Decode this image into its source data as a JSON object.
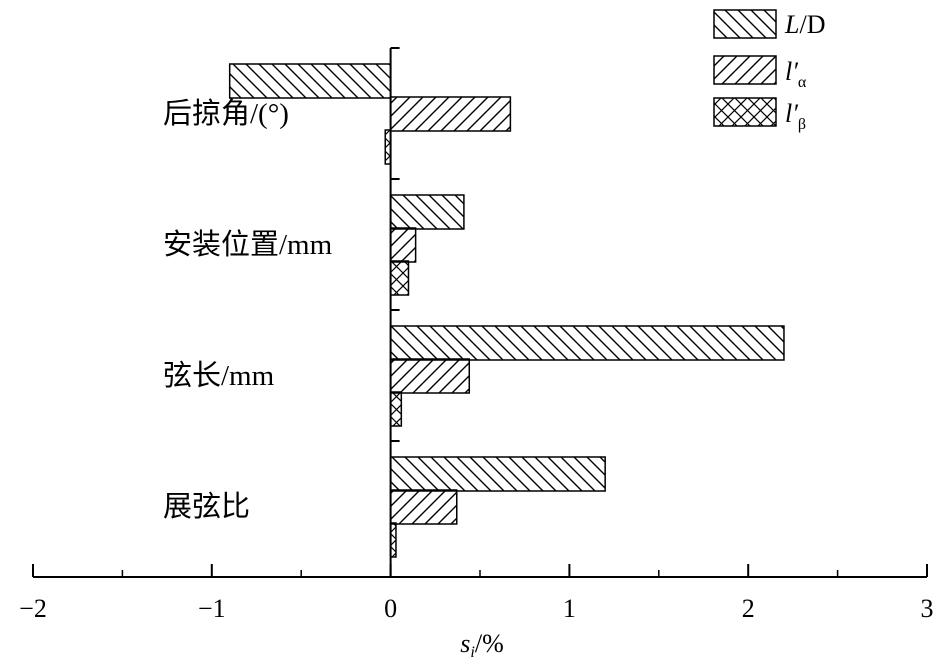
{
  "chart_data": {
    "type": "bar",
    "orientation": "horizontal",
    "categories": [
      "后掠角/(°)",
      "安装位置/mm",
      "弦长/mm",
      "展弦比"
    ],
    "series": [
      {
        "name": "L/D",
        "name_main": "L",
        "name_rest": "/D",
        "pattern": "back-diagonal",
        "values": [
          -0.9,
          0.41,
          2.2,
          1.2
        ]
      },
      {
        "name": "l′α",
        "name_main": "l′",
        "name_sub": "α",
        "pattern": "forward-diagonal",
        "values": [
          0.67,
          0.14,
          0.44,
          0.37
        ]
      },
      {
        "name": "l′β",
        "name_main": "l′",
        "name_sub": "β",
        "pattern": "crosshatch",
        "values": [
          -0.03,
          0.1,
          0.06,
          0.03
        ]
      }
    ],
    "xlim": [
      -2,
      3
    ],
    "xticks": [
      "−2",
      "−1",
      "0",
      "1",
      "2",
      "3"
    ],
    "xticks_values": [
      -2,
      -1,
      0,
      1,
      2,
      3
    ],
    "xlabel_main": "s",
    "xlabel_sub": "i",
    "xlabel_rest": "/%",
    "legend_position": "top-right",
    "grid": false
  }
}
